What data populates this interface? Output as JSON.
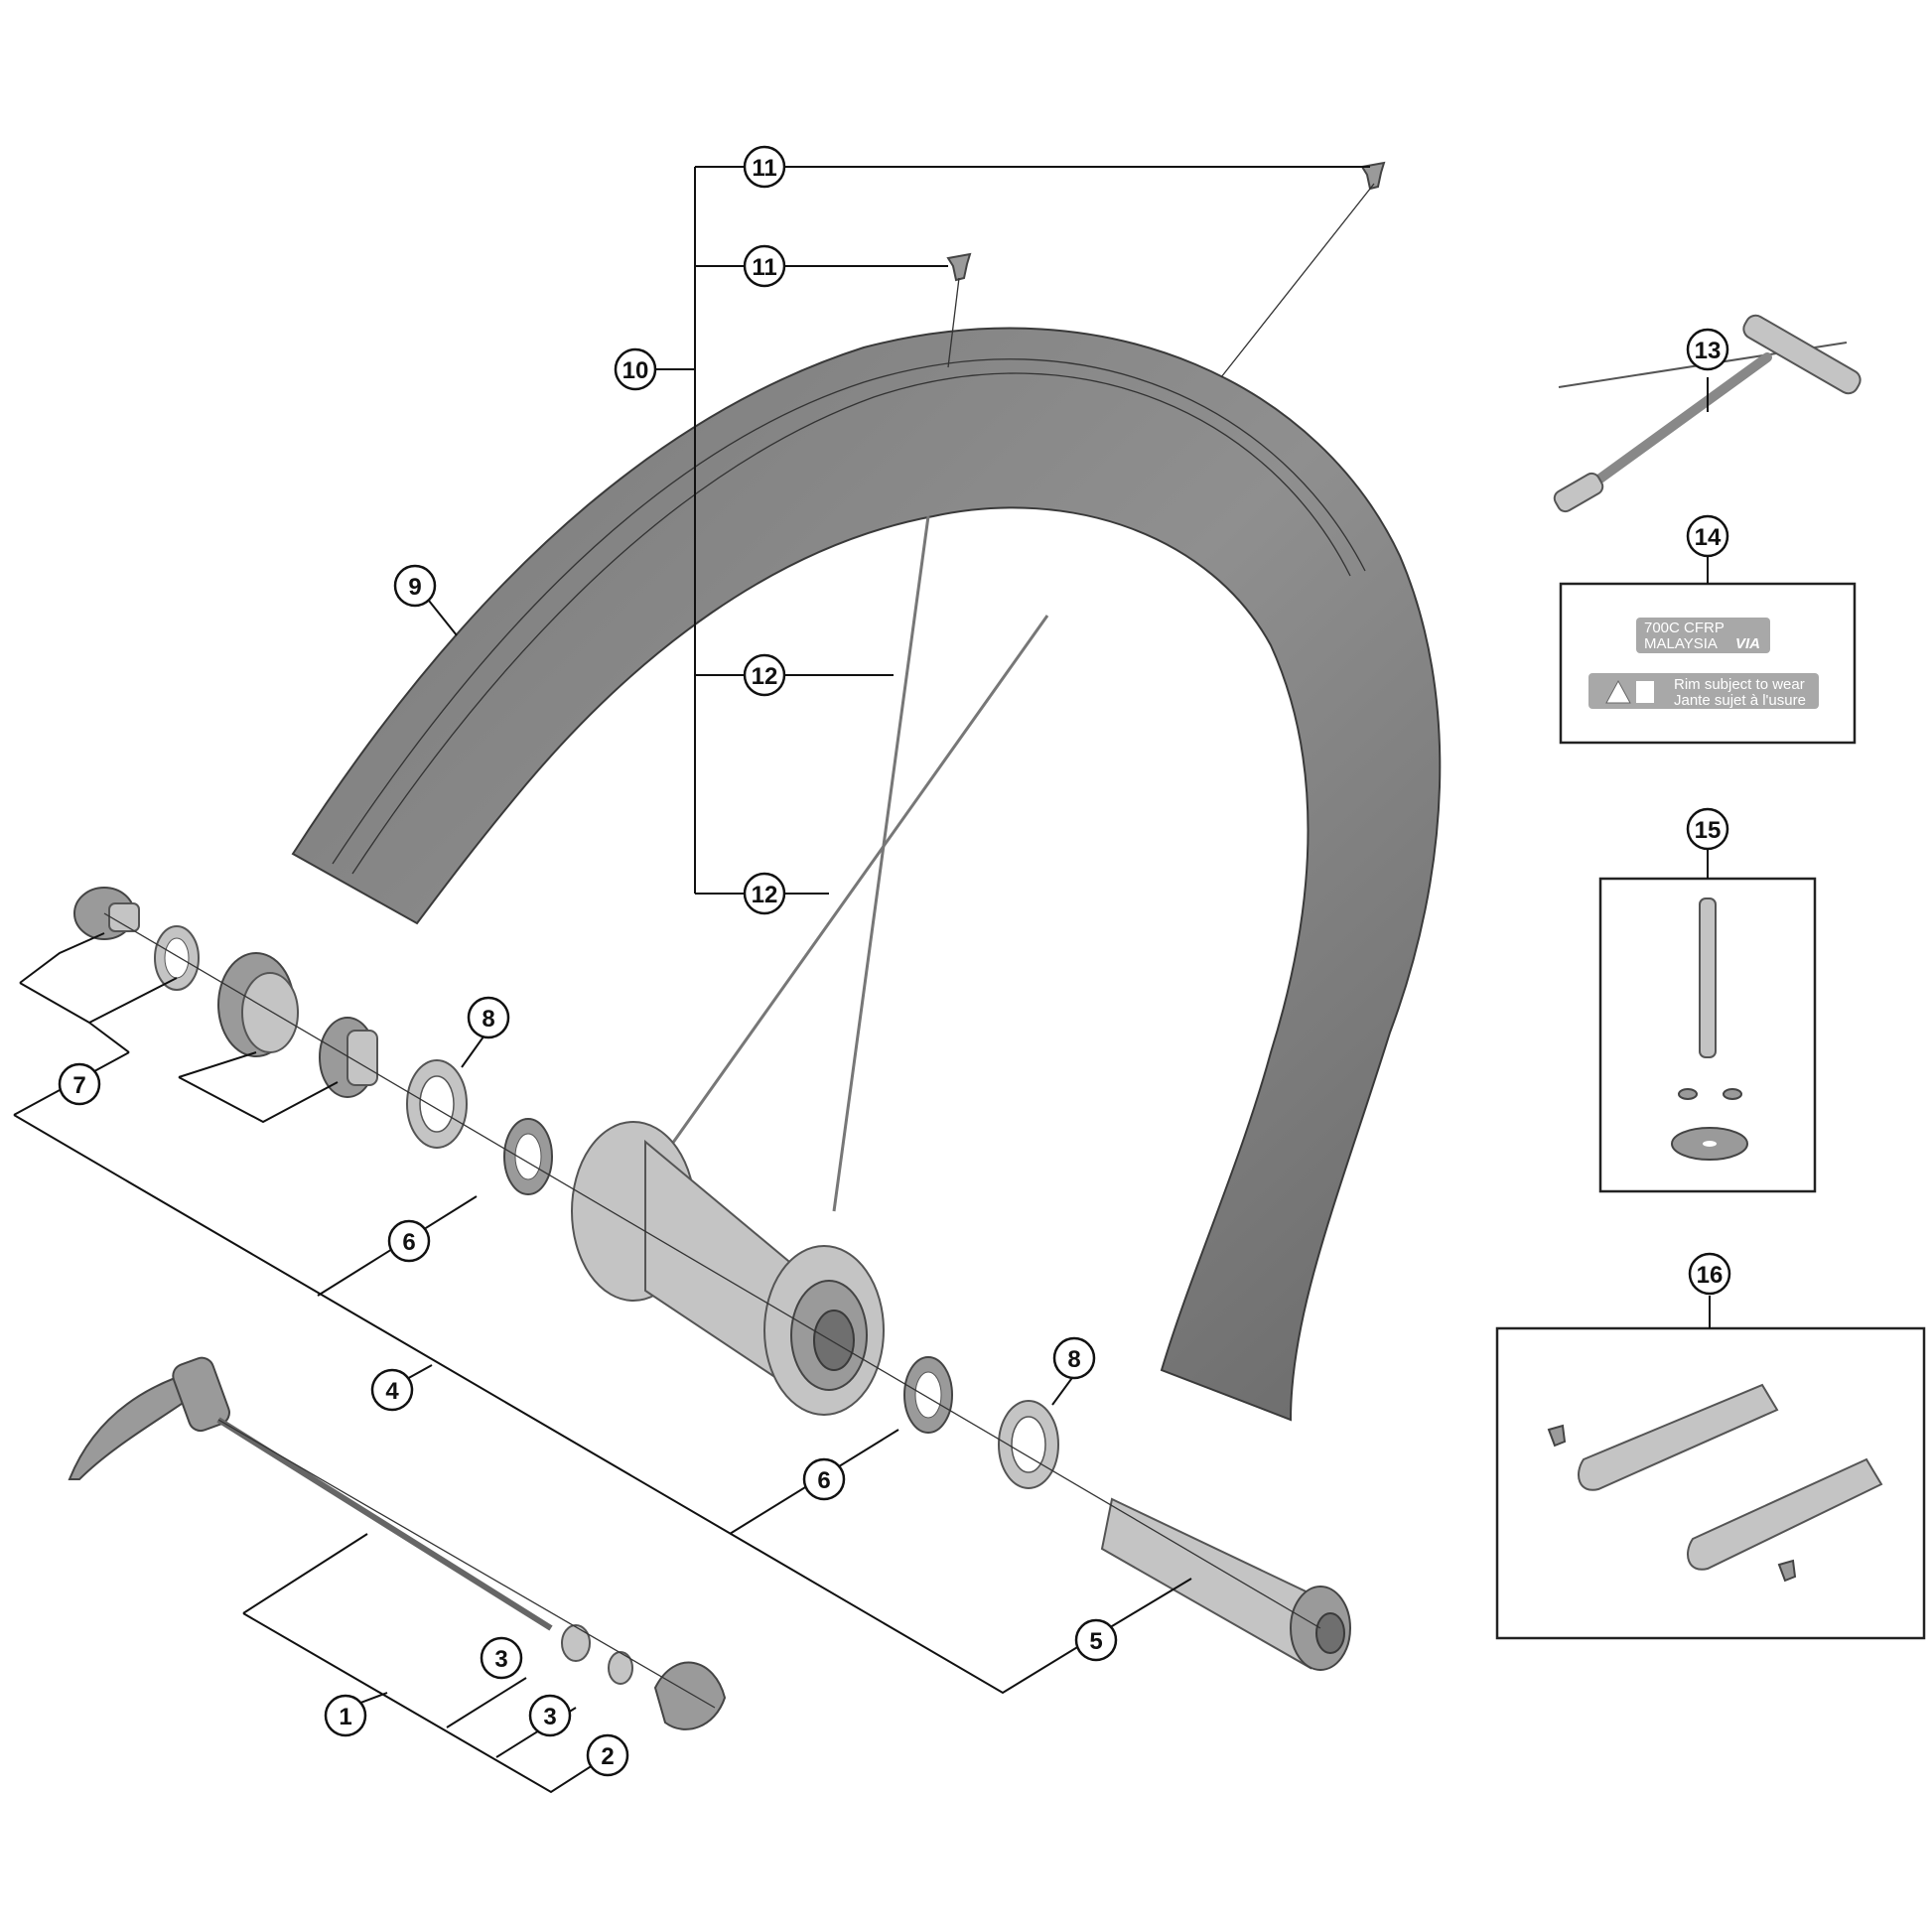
{
  "callouts": {
    "c1": "1",
    "c2": "2",
    "c3a": "3",
    "c3b": "3",
    "c4": "4",
    "c5": "5",
    "c6a": "6",
    "c6b": "6",
    "c7": "7",
    "c8a": "8",
    "c8b": "8",
    "c9": "9",
    "c10": "10",
    "c11a": "11",
    "c11b": "11",
    "c12a": "12",
    "c12b": "12",
    "c13": "13",
    "c14": "14",
    "c15": "15",
    "c16": "16"
  },
  "label_sticker": {
    "line1": "700C  CFRP",
    "line2": "MALAYSIA",
    "brand": "VIA",
    "warn_en": "Rim subject to wear",
    "warn_fr": "Jante sujet à l'usure"
  },
  "colors": {
    "part_dark": "#6f6f6f",
    "part_mid": "#9a9a9a",
    "part_light": "#c4c4c4"
  }
}
